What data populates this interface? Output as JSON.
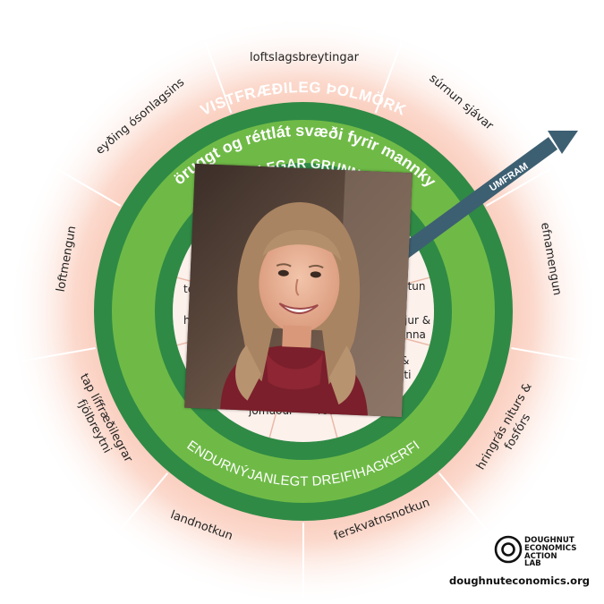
{
  "colors": {
    "outer_glow": "#f7b8a3",
    "ecological_ring": "#2f8a45",
    "safe_band": "#6fba47",
    "social_ring": "#2f8a45",
    "inner_fill": "#ffffff",
    "overshoot_arrow": "#3d5f72",
    "dark_text": "#222222",
    "light_text": "#ffffff"
  },
  "ecological_ceiling_label": "VISTFRÆÐILEG ÞOLMÖRK",
  "safe_space_label": "öruggt og réttlát svæði fyrir mannkynið",
  "social_foundation_label": "FÉLAGSLEGAR GRUNNRAÐIR",
  "regenerative_label": "ENDURNÝJANLEGT DREIFIHAGKERFI",
  "overshoot_label": "UMFRAM",
  "planetary_boundaries": [
    "loftslagsbreytingar",
    "súrnun sjávar",
    "efnamengun",
    "hringrás niturs & fosfórs",
    "ferskvatnsnotkun",
    "landnotkun",
    "tap líffræðilegrar fjölbreytni",
    "loftmengun",
    "eyðing ósonlagsins"
  ],
  "inner_fragments": [
    "te",
    "hú",
    "ntun",
    "jur &",
    "inna",
    "&",
    "eti",
    "jöfnuður",
    "rödd"
  ],
  "logo": {
    "lines": [
      "DOUGHNUT",
      "ECONOMICS",
      "ACTION",
      "LAB"
    ],
    "icon": "target-rings-icon"
  },
  "website": "doughnuteconomics.org"
}
